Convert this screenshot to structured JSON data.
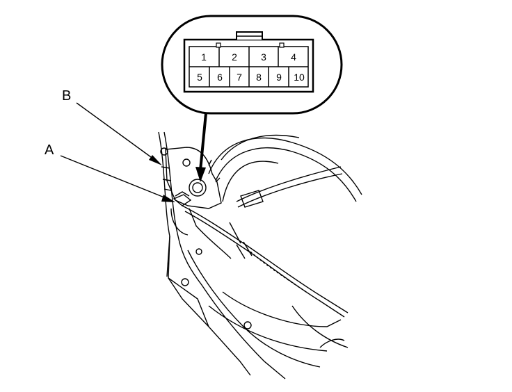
{
  "callouts": {
    "a": "A",
    "b": "B"
  },
  "connector": {
    "pins_top": [
      "1",
      "2",
      "3",
      "4"
    ],
    "pins_bottom": [
      "5",
      "6",
      "7",
      "8",
      "9",
      "10"
    ]
  },
  "colors": {
    "line": "#000000",
    "background": "#ffffff"
  }
}
